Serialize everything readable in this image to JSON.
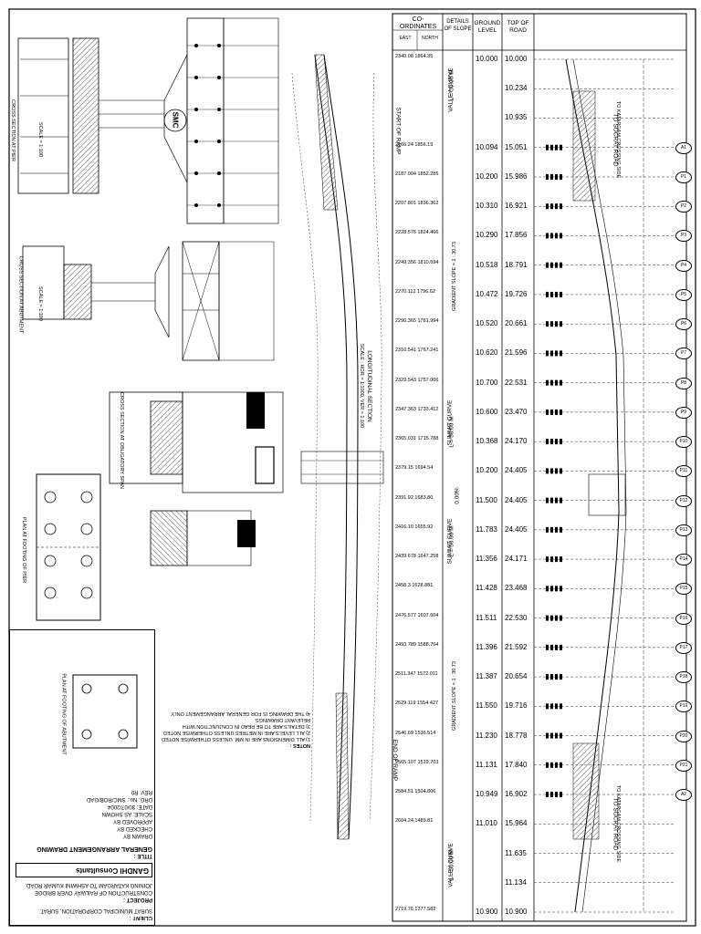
{
  "profile_table": {
    "headers": {
      "coordinates": "CO-ORDINATES",
      "east": "EAST",
      "north": "NORTH",
      "slope": "DETAILS OF SLOPE",
      "ground": "GROUND LEVEL",
      "road": "TOP OF ROAD"
    },
    "rows": [
      {
        "coord": "2340.08 1864.35",
        "ground": "10.000",
        "road": "10.000"
      },
      {
        "coord": "",
        "ground": "",
        "road": "10.234"
      },
      {
        "coord": "",
        "ground": "",
        "road": "10.935"
      },
      {
        "coord": "2166.24 1856.19",
        "ground": "10.094",
        "road": "15.051"
      },
      {
        "coord": "2187.004 1852.285",
        "ground": "10.200",
        "road": "15.986"
      },
      {
        "coord": "2207.801 1836.362",
        "ground": "10.310",
        "road": "16.921"
      },
      {
        "coord": "2228.576 1824.466",
        "ground": "10.290",
        "road": "17.856"
      },
      {
        "coord": "2249.356 1810.694",
        "ground": "10.518",
        "road": "18.791"
      },
      {
        "coord": "2270.112 1796.62",
        "ground": "10.472",
        "road": "19.726"
      },
      {
        "coord": "2290.365 1781.994",
        "ground": "10.520",
        "road": "20.661"
      },
      {
        "coord": "2310.541 1767.241",
        "ground": "10.620",
        "road": "21.596"
      },
      {
        "coord": "2329.543 1757.006",
        "ground": "10.700",
        "road": "22.531"
      },
      {
        "coord": "2347.363 1733.412",
        "ground": "10.600",
        "road": "23.470"
      },
      {
        "coord": "2365.031 1715.788",
        "ground": "10.368",
        "road": "24.170"
      },
      {
        "coord": "2379.15 1694.54",
        "ground": "10.200",
        "road": "24.405"
      },
      {
        "coord": "2391.92 1683.80",
        "ground": "11.500",
        "road": "24.405"
      },
      {
        "coord": "2416.10 1655.92",
        "ground": "11.783",
        "road": "24.405"
      },
      {
        "coord": "2439.678 1647.258",
        "ground": "11.356",
        "road": "24.171"
      },
      {
        "coord": "2458.3 1628.881",
        "ground": "11.428",
        "road": "23.468"
      },
      {
        "coord": "2476.577 1607.604",
        "ground": "11.511",
        "road": "22.530"
      },
      {
        "coord": "2493.789 1588.764",
        "ground": "11.396",
        "road": "21.592"
      },
      {
        "coord": "2511.347 1572.011",
        "ground": "11.387",
        "road": "20.654"
      },
      {
        "coord": "2529.119 1554.427",
        "ground": "11.550",
        "road": "19.716"
      },
      {
        "coord": "2546.69 1536.514",
        "ground": "11.230",
        "road": "18.778"
      },
      {
        "coord": "2565.107 1519.703",
        "ground": "11.131",
        "road": "17.840"
      },
      {
        "coord": "2584.51 1504.806",
        "ground": "10.949",
        "road": "16.902"
      },
      {
        "coord": "2604.24 1489.81",
        "ground": "11.010",
        "road": "15.964"
      },
      {
        "coord": "",
        "ground": "",
        "road": "11.635"
      },
      {
        "coord": "",
        "ground": "",
        "road": "11.134"
      },
      {
        "coord": "2719.76 1377.582",
        "ground": "10.900",
        "road": "10.900"
      }
    ],
    "slope_labels": {
      "valley1": "VALLEY CURVE",
      "l1": "L = 50.00 M",
      "up_slope": "GRADIENT SLOPE = 1 : 30.73",
      "summit": "SUMMIT CURVE",
      "l2": "L = 50.00 M",
      "flat": "0.00%",
      "summit2": "SUMMIT CURVE",
      "l3": "L = 50.00 M",
      "down_slope": "GRADIENT SLOPE = 1 : 30.73",
      "valley2": "VALLEY CURVE",
      "l4": "L = 50.00 M"
    },
    "piers": [
      "A1",
      "P1",
      "P2",
      "P3",
      "P4",
      "P5",
      "P6",
      "P7",
      "P8",
      "P9",
      "P10",
      "P11",
      "P12",
      "P13",
      "P14",
      "P15",
      "P16",
      "P17",
      "P18",
      "P19",
      "P20",
      "P21",
      "A2"
    ],
    "ramp_start": "START OF RAMP",
    "ramp_end": "END OF RAMP"
  },
  "profile_notes": {
    "left_top": "TO SOCRAT ROAD",
    "left_top2": "TO KATARGAM CROSSING SIDE",
    "left_bottom": "TO SOCRAT ROAD",
    "left_bottom2": "TO KATARGAM CROSSING SIDE"
  },
  "plan": {
    "title": "LONGITUDINAL SECTION",
    "scale": "SCALE : HOR = 1:1000, VER = 1:100",
    "notes_title": "NOTES :",
    "notes": [
      "1) ALL DIMENSIONS ARE IN MM. UNLESS OTHERWISE NOTED.",
      "2) ALL LEVELS ARE IN METRES UNLESS OTHERWISE NOTED.",
      "3) DETAILS ARE TO BE READ IN CONJUNCTION WITH RELEVANT DRAWINGS.",
      "4) THE DRAWING IS FOR GENERAL ARRANGEMENT ONLY."
    ]
  },
  "details": {
    "cross_section_1": "CROSS SECTION AT PIER",
    "cross_section_2": "CROSS SECTION AT ABUTMENT",
    "cross_section_3": "CROSS SECTION AT OBLIGATORY SPAN",
    "plan_footing": "PLAN AT FOOTING OF PIER",
    "plan_footing_2": "PLAN AT FOOTING OF ABUTMENT",
    "scale_text": "SCALE = 1:100",
    "smc": "SMC"
  },
  "title_block": {
    "client_label": "CLIENT :",
    "client": "SURAT MUNICIPAL CORPORATION, SURAT.",
    "project_label": "PROJECT :",
    "project": "CONSTRUCTION OF RAILWAY OVER BRIDGE JOINING KATARGAM TO ASHWINI KUMAR ROAD.",
    "consultant": "GANDHI Consultants",
    "title_label": "TITLE :",
    "title": "GENERAL ARRANGEMENT DRAWING",
    "drawn_label": "DRAWN BY",
    "checked_label": "CHECKED BY",
    "approved_label": "APPROVED BY",
    "scale_label": "SCALE",
    "scale": "AS SHOWN",
    "date_label": "DATE",
    "date": "30/07/2004",
    "drg_label": "DRG. No.",
    "drg_no": "SMC/ROB/GAD",
    "rev_label": "REV",
    "rev": "R0"
  },
  "colors": {
    "ink": "#000000",
    "hatch": "#333333"
  }
}
